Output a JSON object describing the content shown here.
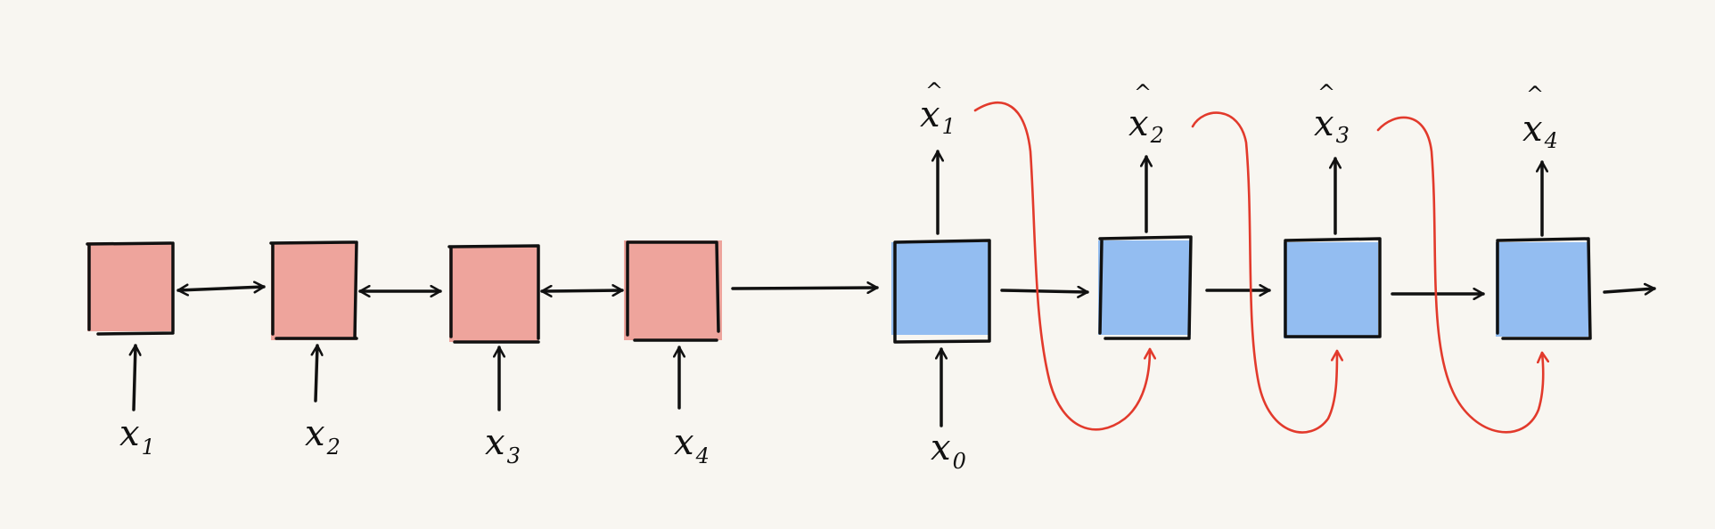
{
  "colors": {
    "background": "#f8f6f1",
    "encoder_fill": "#eea49c",
    "decoder_fill": "#93bdf1",
    "ink": "#111111",
    "feedback": "#e23a2c"
  },
  "encoder": {
    "inputs": [
      {
        "base": "x",
        "sub": "1"
      },
      {
        "base": "x",
        "sub": "2"
      },
      {
        "base": "x",
        "sub": "3"
      },
      {
        "base": "x",
        "sub": "4"
      }
    ]
  },
  "decoder": {
    "input": {
      "base": "x",
      "sub": "0"
    },
    "outputs": [
      {
        "base": "x",
        "hat": "^",
        "sub": "1"
      },
      {
        "base": "x",
        "hat": "^",
        "sub": "2"
      },
      {
        "base": "x",
        "hat": "^",
        "sub": "3"
      },
      {
        "base": "x",
        "hat": "^",
        "sub": "4"
      }
    ]
  }
}
